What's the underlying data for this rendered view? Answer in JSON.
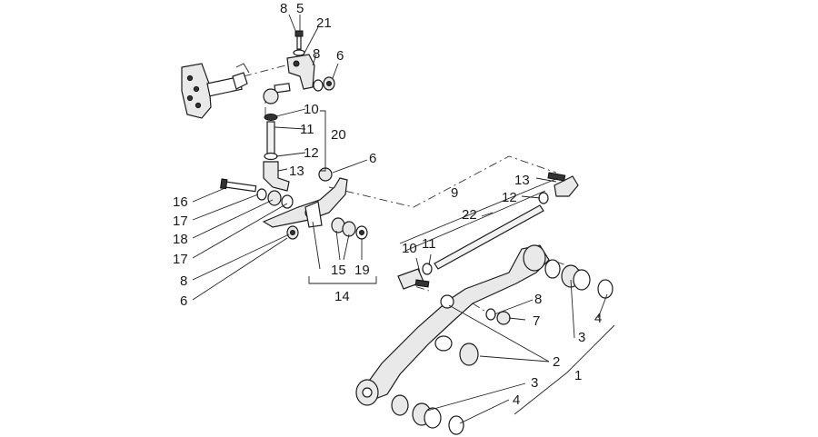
{
  "diagram": {
    "labels": {
      "l8a": "8",
      "l5": "5",
      "l21": "21",
      "l8b": "8",
      "l6a": "6",
      "l10a": "10",
      "l11a": "11",
      "l20": "20",
      "l12a": "12",
      "l13a": "13",
      "l6b": "6",
      "l16": "16",
      "l17a": "17",
      "l18": "18",
      "l17b": "17",
      "l8c": "8",
      "l6c": "6",
      "l15": "15",
      "l19": "19",
      "l14": "14",
      "l9": "9",
      "l13b": "13",
      "l12b": "12",
      "l22": "22",
      "l10b": "10",
      "l11b": "11",
      "l8d": "8",
      "l7": "7",
      "l3a": "3",
      "l4a": "4",
      "l2": "2",
      "l1": "1",
      "l3b": "3",
      "l4b": "4"
    }
  }
}
